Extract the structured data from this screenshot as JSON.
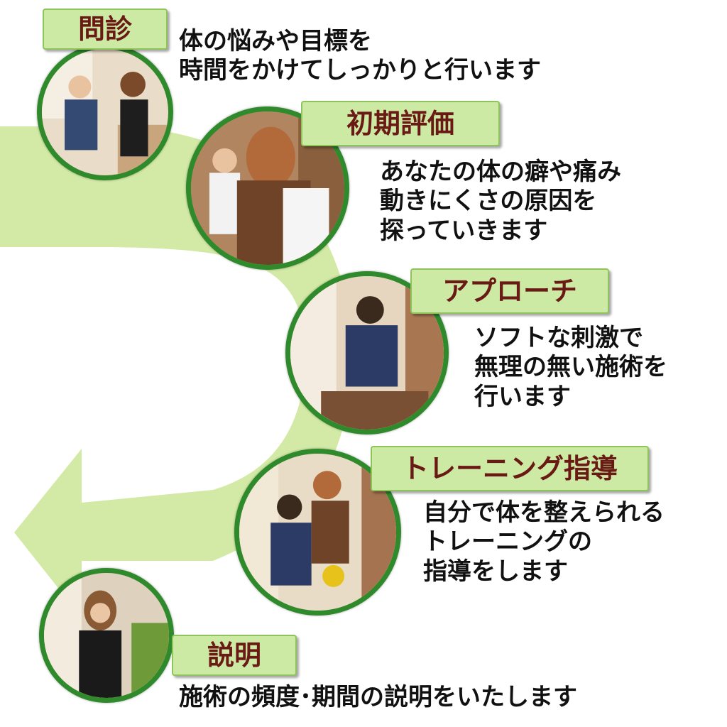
{
  "colors": {
    "arrow": "#d3eaa6",
    "ring": "#2f8a2c",
    "label_bg": "#cdeaa5",
    "label_border": "#8fc45a",
    "label_text": "#6a1a14",
    "body_text": "#111111"
  },
  "steps": [
    {
      "title": "問診",
      "lines": [
        "体の悩みや目標を",
        "時間をかけてしっかりと行います"
      ]
    },
    {
      "title": "初期評価",
      "lines": [
        "あなたの体の癖や痛み",
        "動きにくさの原因を",
        "探っていきます"
      ]
    },
    {
      "title": "アプローチ",
      "lines": [
        "ソフトな刺激で",
        "無理の無い施術を",
        "行います"
      ]
    },
    {
      "title": "トレーニング指導",
      "lines": [
        "自分で体を整えられる",
        "トレーニングの",
        "指導をします"
      ]
    },
    {
      "title": "説明",
      "lines": [
        "施術の頻度･期間の説明をいたします"
      ]
    }
  ]
}
